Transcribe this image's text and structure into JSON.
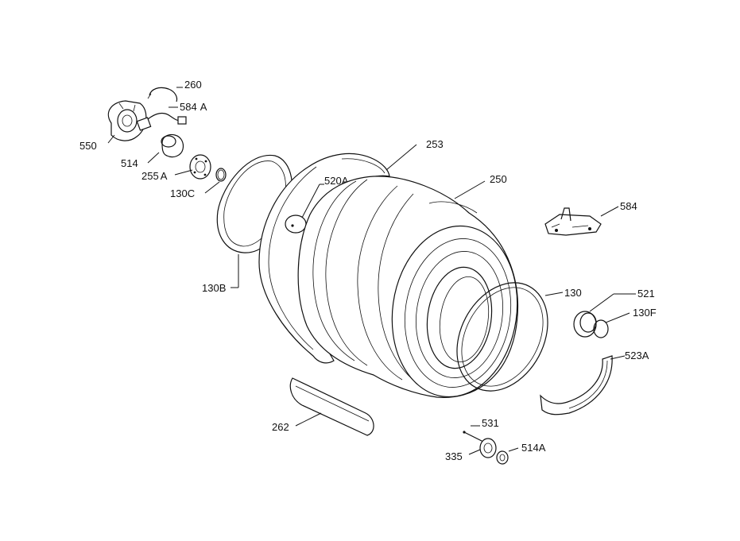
{
  "labels": {
    "p260": "260",
    "p584a": "584",
    "p584a_suffix": "A",
    "p550": "550",
    "p514": "514",
    "p255a": "255",
    "p255a_suffix": "A",
    "p130c": "130C",
    "p253": "253",
    "p520a": "520A",
    "p250": "250",
    "p584": "584",
    "p130b": "130B",
    "p130": "130",
    "p521": "521",
    "p130f": "130F",
    "p523a": "523A",
    "p262": "262",
    "p531": "531",
    "p335": "335",
    "p514a": "514A"
  },
  "colors": {
    "line": "#111111",
    "background": "#ffffff"
  }
}
